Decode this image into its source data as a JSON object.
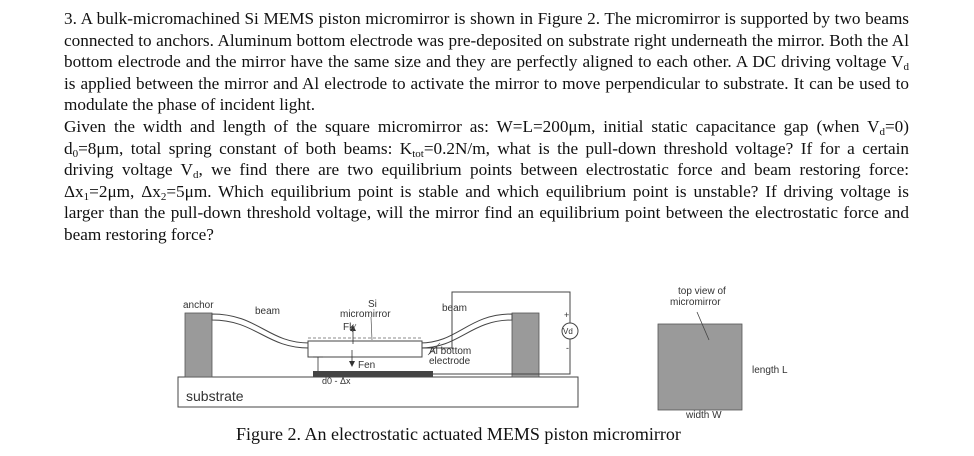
{
  "problem": {
    "para1": {
      "s1": "3. A bulk-micromachined Si MEMS piston micromirror is shown in Figure 2. The micromirror is supported by two beams connected to anchors. Aluminum bottom electrode was pre-deposited on substrate right underneath the mirror. Both the Al bottom electrode and the mirror have the same size and they are perfectly aligned to each other. A DC driving voltage V",
      "sub_d": "d",
      "s2": " is applied between the mirror and Al electrode to activate the mirror to move perpendicular to substrate. It can be used to modulate the phase of incident light."
    },
    "para2": {
      "t1": "Given the width and length of the square micromirror as: W=L=200μm, initial static capacitance gap (when V",
      "sub1": "d",
      "t2": "=0) d",
      "sub2": "0",
      "t3": "=8μm, total spring constant of both beams: K",
      "sub3": "tot",
      "t4": "=0.2N/m, what is the pull-down threshold voltage? If for a certain driving voltage V",
      "sub4": "d",
      "t5": ", we find there are two equilibrium points between electrostatic force and beam restoring force: Δx",
      "sub5": "1",
      "t6": "=2μm, Δx",
      "sub6": "2",
      "t7": "=5μm. Which equilibrium point is stable and which equilibrium point is unstable? If driving voltage is larger than the pull-down threshold voltage, will the mirror find an equilibrium point between the electrostatic force and beam restoring force?"
    }
  },
  "figure": {
    "labels": {
      "anchor": "anchor",
      "beam_left": "beam",
      "si_line1": "Si",
      "si_line2": "micromirror",
      "beam_right": "beam",
      "fk": "Fk",
      "fen": "Fen",
      "gap": "d0 - Δx",
      "al_line1": "Al bottom",
      "al_line2": "electrode",
      "vd": "Vd",
      "plus": "+",
      "minus": "-",
      "substrate": "substrate",
      "top_view_line1": "top view of",
      "top_view_line2": "micromirror",
      "length": "length L",
      "width": "width W"
    },
    "caption": "Figure 2. An electrostatic actuated MEMS piston micromirror"
  }
}
